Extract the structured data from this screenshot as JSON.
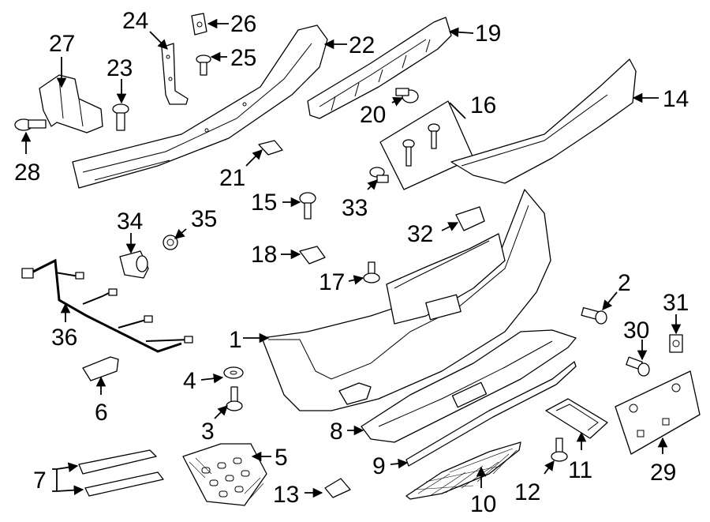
{
  "callouts": [
    {
      "id": "1",
      "text": "1"
    },
    {
      "id": "2",
      "text": "2"
    },
    {
      "id": "3",
      "text": "3"
    },
    {
      "id": "4",
      "text": "4"
    },
    {
      "id": "5",
      "text": "5"
    },
    {
      "id": "6",
      "text": "6"
    },
    {
      "id": "7",
      "text": "7"
    },
    {
      "id": "8",
      "text": "8"
    },
    {
      "id": "9",
      "text": "9"
    },
    {
      "id": "10",
      "text": "10"
    },
    {
      "id": "11",
      "text": "11"
    },
    {
      "id": "12",
      "text": "12"
    },
    {
      "id": "13",
      "text": "13"
    },
    {
      "id": "14",
      "text": "14"
    },
    {
      "id": "15",
      "text": "15"
    },
    {
      "id": "16",
      "text": "16"
    },
    {
      "id": "17",
      "text": "17"
    },
    {
      "id": "18",
      "text": "18"
    },
    {
      "id": "19",
      "text": "19"
    },
    {
      "id": "20",
      "text": "20"
    },
    {
      "id": "21",
      "text": "21"
    },
    {
      "id": "22",
      "text": "22"
    },
    {
      "id": "23",
      "text": "23"
    },
    {
      "id": "24",
      "text": "24"
    },
    {
      "id": "25",
      "text": "25"
    },
    {
      "id": "26",
      "text": "26"
    },
    {
      "id": "27",
      "text": "27"
    },
    {
      "id": "28",
      "text": "28"
    },
    {
      "id": "29",
      "text": "29"
    },
    {
      "id": "30",
      "text": "30"
    },
    {
      "id": "31",
      "text": "31"
    },
    {
      "id": "32",
      "text": "32"
    },
    {
      "id": "33",
      "text": "33"
    },
    {
      "id": "34",
      "text": "34"
    },
    {
      "id": "35",
      "text": "35"
    },
    {
      "id": "36",
      "text": "36"
    }
  ]
}
